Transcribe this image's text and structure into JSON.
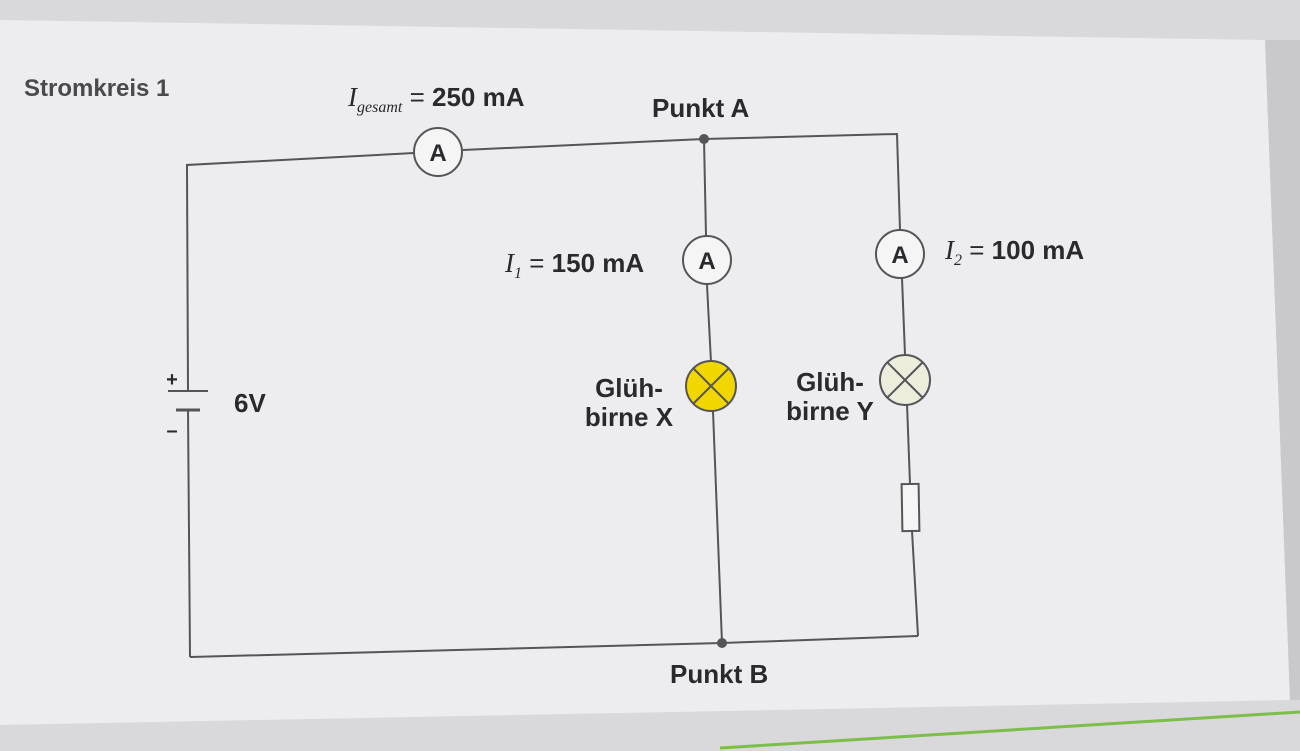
{
  "title": "Stromkreis 1",
  "ammeter_symbol": "A",
  "battery": {
    "voltage": "6V",
    "plus": "+",
    "minus": "–"
  },
  "points": {
    "a": "Punkt A",
    "b": "Punkt B"
  },
  "currents": {
    "total": {
      "symbol": "I",
      "subscript": "gesamt",
      "equals": "=",
      "value": "250 mA"
    },
    "i1": {
      "symbol": "I",
      "subscript": "1",
      "equals": "=",
      "value": "150 mA"
    },
    "i2": {
      "symbol": "I",
      "subscript": "2",
      "equals": "=",
      "value": "100 mA"
    }
  },
  "bulbs": {
    "x": {
      "line1": "Glüh-",
      "line2": "birne X",
      "color": "#f2d600"
    },
    "y": {
      "line1": "Glüh-",
      "line2": "birne Y",
      "color": "#ededdc"
    }
  },
  "colors": {
    "wire": "#555559",
    "paper": "#ededf0",
    "accent_green": "#7bbf4a"
  }
}
